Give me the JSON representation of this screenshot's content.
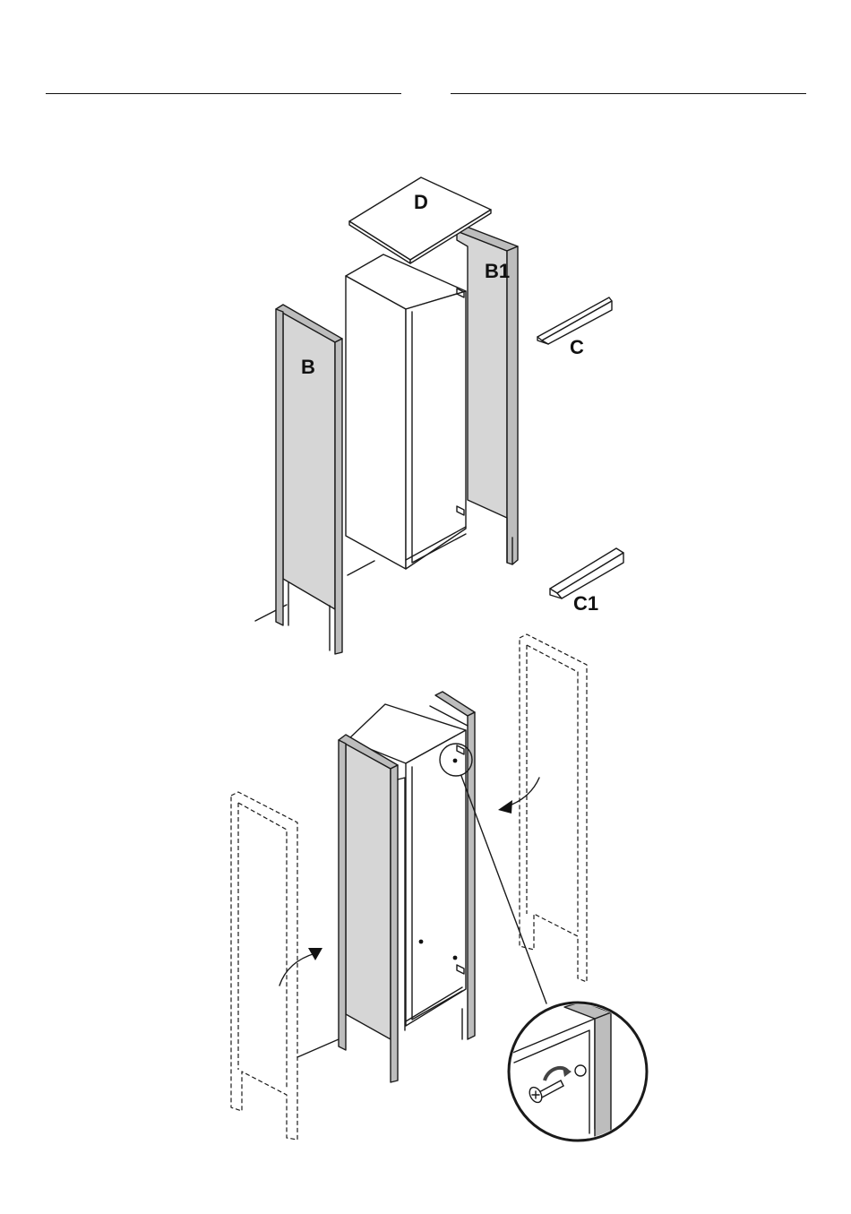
{
  "header": {
    "rules": 2
  },
  "diagram": {
    "top_assembly": {
      "labels": {
        "top_panel": "D",
        "left_side_panel": "B",
        "right_side_panel": "B1",
        "upper_rail": "C",
        "lower_rail": "C1"
      }
    },
    "bottom_assembly": {
      "detail": "zoom-circle-screw"
    }
  }
}
